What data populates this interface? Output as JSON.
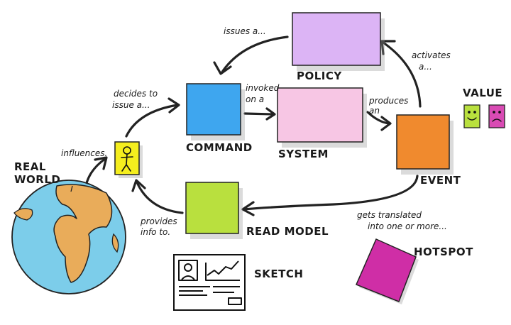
{
  "nodes": {
    "policy": "POLICY",
    "command": "COMMAND",
    "system": "SYSTEM",
    "event": "EVENT",
    "read_model": "READ MODEL",
    "value": "VALUE",
    "hotspot": "HOTSPOT",
    "sketch": "SKETCH",
    "real_world_1": "REAL",
    "real_world_2": "WORLD"
  },
  "edges": {
    "issues": "issues a...",
    "decides_1": "decides to",
    "decides_2": "issue a...",
    "invoked_1": "invoked",
    "invoked_2": "on a",
    "produces_1": "produces",
    "produces_2": "an",
    "activates_1": "activates",
    "activates_2": "a...",
    "influences": "influences.",
    "provides_1": "provides",
    "provides_2": "info to.",
    "translated_1": "gets translated",
    "translated_2": "into one or more..."
  },
  "colors": {
    "policy": "#dcb4f5",
    "command": "#3ea6ef",
    "system": "#f7c6e4",
    "event": "#f08a2e",
    "read_model": "#b9e03e",
    "actor": "#f5ee1e",
    "value_happy": "#b9e03e",
    "value_sad": "#d94bb4",
    "hotspot": "#cf2ea6",
    "ocean": "#7ccdea",
    "land": "#e9ac5a"
  },
  "icons": {
    "actor": "stick-figure-icon",
    "happy": "smiley-face-icon",
    "sad": "sad-face-icon",
    "globe": "globe-icon",
    "sketch": "ui-sketch-icon"
  }
}
